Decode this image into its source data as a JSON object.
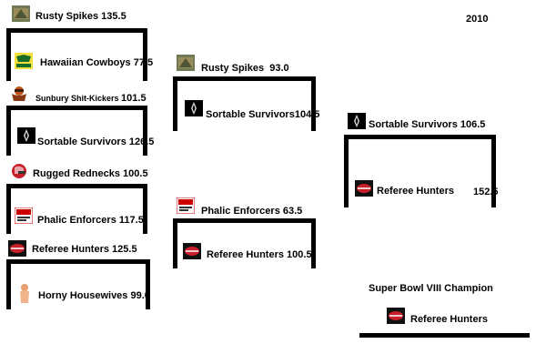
{
  "year": "2010",
  "round1": [
    {
      "top": {
        "team": "Rusty Spikes",
        "score": "135.5",
        "logo": "rusty-spikes-logo"
      },
      "bottom": {
        "team": "Hawaiian Cowboys",
        "score": "77.5",
        "logo": "hawaiian-cowboys-logo"
      }
    },
    {
      "top": {
        "team": "Sunbury Shit-Kickers",
        "score": "101.5",
        "logo": "sunbury-logo"
      },
      "bottom": {
        "team": "Sortable Survivors",
        "score": "126.5",
        "logo": "sortable-survivors-logo"
      }
    },
    {
      "top": {
        "team": "Rugged Rednecks",
        "score": "100.5",
        "logo": "rugged-rednecks-logo"
      },
      "bottom": {
        "team": "Phalic Enforcers",
        "score": "117.5",
        "logo": "phalic-enforcers-logo"
      }
    },
    {
      "top": {
        "team": "Referee Hunters",
        "score": "125.5",
        "logo": "referee-hunters-logo"
      },
      "bottom": {
        "team": "Horny Housewives",
        "score": "99.0",
        "logo": "horny-housewives-logo"
      }
    }
  ],
  "round2": [
    {
      "top": {
        "team": "Rusty Spikes",
        "score": "93.0",
        "logo": "rusty-spikes-logo"
      },
      "bottom": {
        "team": "Sortable Survivors",
        "score": "104.5",
        "logo": "sortable-survivors-logo"
      }
    },
    {
      "top": {
        "team": "Phalic Enforcers",
        "score": "63.5",
        "logo": "phalic-enforcers-logo"
      },
      "bottom": {
        "team": "Referee Hunters",
        "score": "100.5",
        "logo": "referee-hunters-logo"
      }
    }
  ],
  "final": {
    "top": {
      "team": "Sortable Survivors",
      "score": "106.5",
      "logo": "sortable-survivors-logo"
    },
    "bottom": {
      "team": "Referee Hunters",
      "score": "152.5",
      "logo": "referee-hunters-logo"
    }
  },
  "champion": {
    "title": "Super Bowl VIII Champion",
    "team": "Referee Hunters",
    "logo": "referee-hunters-logo"
  }
}
